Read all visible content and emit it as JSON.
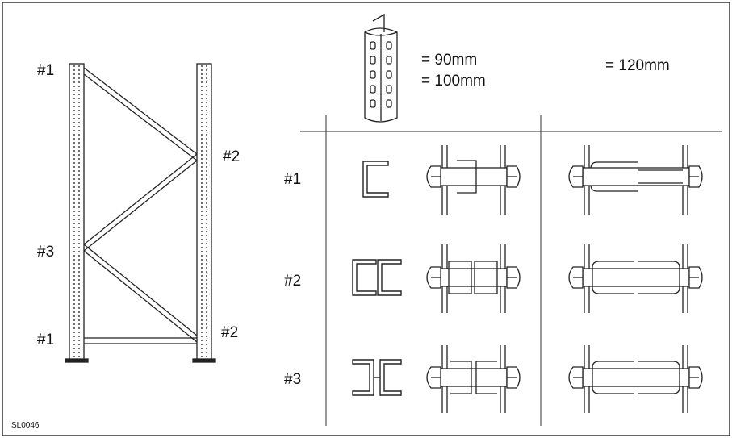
{
  "frame_labels": {
    "top_left": "#1",
    "right_upper": "#2",
    "left_middle": "#3",
    "bottom_left": "#1",
    "right_lower": "#2"
  },
  "column_headers": {
    "size_a": "= 90mm",
    "size_b": "= 100mm",
    "size_c": "= 120mm"
  },
  "row_labels": [
    "#1",
    "#2",
    "#3"
  ],
  "figure_code": "SL0046",
  "colors": {
    "line": "#222222",
    "fill": "#ffffff",
    "border": "#333333"
  }
}
